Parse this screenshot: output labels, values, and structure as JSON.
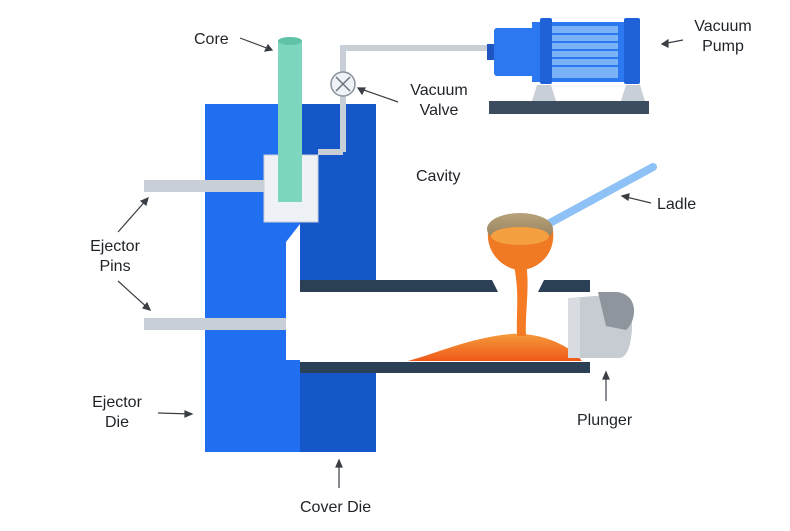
{
  "diagram": {
    "labels": {
      "core": "Core",
      "vacuum_pump_1": "Vacuum",
      "vacuum_pump_2": "Pump",
      "vacuum_valve_1": "Vacuum",
      "vacuum_valve_2": "Valve",
      "cavity": "Cavity",
      "ladle": "Ladle",
      "ejector_pins_1": "Ejector",
      "ejector_pins_2": "Pins",
      "plunger": "Plunger",
      "ejector_die_1": "Ejector",
      "ejector_die_2": "Die",
      "cover_die": "Cover Die"
    },
    "colors": {
      "ejector_die": "#1f6ff0",
      "cover_die": "#1557c9",
      "core": "#7fd6bf",
      "molten_metal": "#f26a1b",
      "pump_body": "#2b78f0",
      "shot_sleeve": "#2b3f55",
      "pipe": "#c9cfd6",
      "plunger": "#c7ccd2"
    }
  }
}
